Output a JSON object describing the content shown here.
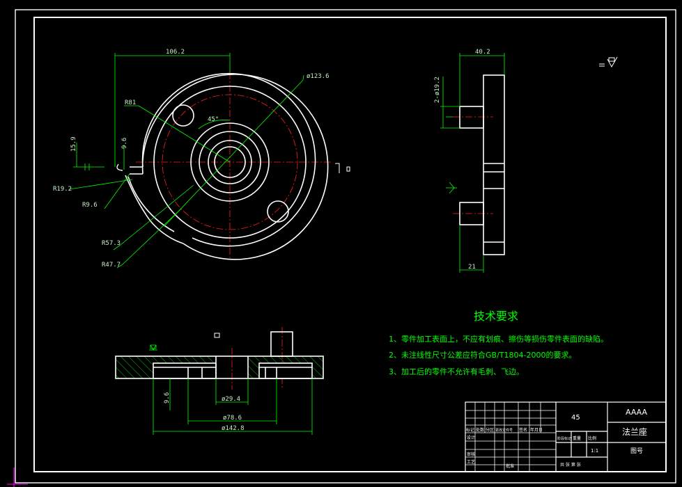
{
  "colors": {
    "background": "#000000",
    "outline": "#ffffff",
    "dimension": "#00ff00",
    "centerline": "#ff2020",
    "hatch": "#00ff00",
    "frame_corner": "#ff00ff"
  },
  "top_view": {
    "dim_width": "106.2",
    "dim_dia_outer": "ø123.6",
    "dim_r81": "R81",
    "dim_angle": "45°",
    "dim_15_9": "15.9",
    "dim_9_6_top": "9.6",
    "dim_r19_2": "R19.2",
    "dim_r9_6": "R9.6",
    "dim_r57_3": "R57.3",
    "dim_r47_7": "R47.7"
  },
  "side_view": {
    "dim_thickness": "40.2",
    "dim_holes": "2-ø19.2",
    "dim_21": "21"
  },
  "section_view": {
    "dim_9_6": "9.6",
    "dim_dia_29_4": "ø29.4",
    "dim_dia_78_6": "ø78.6",
    "dim_dia_142_8": "ø142.8"
  },
  "notes": {
    "title": "技术要求",
    "items": [
      "1、零件加工表面上，不应有划痕、擦伤等损伤零件表面的缺陷。",
      "2、未注线性尺寸公差应符合GB/T1804-2000的要求。",
      "3、加工后的零件不允许有毛刺、飞边。"
    ]
  },
  "title_block": {
    "material": "45",
    "company": "AAAA",
    "part_name": "法兰座",
    "drawing_no_label": "图号",
    "small_labels": [
      "标记",
      "处数",
      "分区",
      "更改文件号",
      "签名",
      "年月日"
    ],
    "design_label": "设计",
    "review_label": "审核",
    "process_label": "工艺",
    "approve_label": "批准",
    "stage_label": "阶段标记",
    "weight_label": "重量",
    "scale_label": "比例",
    "scale_value": "1:1",
    "sheet_label": "共 张 第 张"
  }
}
